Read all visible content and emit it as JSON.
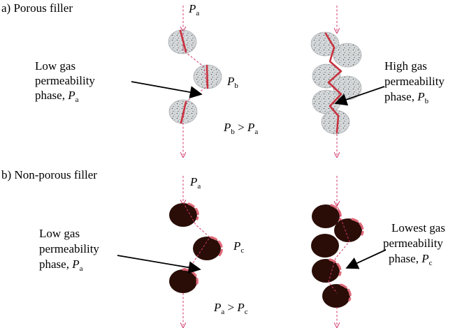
{
  "panel_a": {
    "heading": "a) Porous filler",
    "left_label": [
      "Low gas",
      "permeability",
      "phase, "
    ],
    "right_label": [
      "High gas",
      "permeability",
      "phase, "
    ],
    "inequality_lhs": "P",
    "inequality_lhs_sub": "b",
    "inequality_op": " > ",
    "inequality_rhs": "P",
    "inequality_rhs_sub": "a"
  },
  "panel_b": {
    "heading": "b) Non-porous filler",
    "left_label": [
      "Low gas",
      "permeability",
      "phase, "
    ],
    "right_label": [
      "Lowest gas",
      "permeability",
      "phase, "
    ],
    "inequality_lhs": "P",
    "inequality_lhs_sub": "a",
    "inequality_op": " > ",
    "inequality_rhs": "P",
    "inequality_rhs_sub": "c"
  },
  "symbols": {
    "P": "P",
    "sub_a": "a",
    "sub_b": "b",
    "sub_c": "c"
  },
  "colors": {
    "path": "#d2386a",
    "solid_path": "#c8323f",
    "porous_fill": "#d7dadc",
    "dense_fill": "#2a0d07",
    "rim": "#e06a7a"
  }
}
